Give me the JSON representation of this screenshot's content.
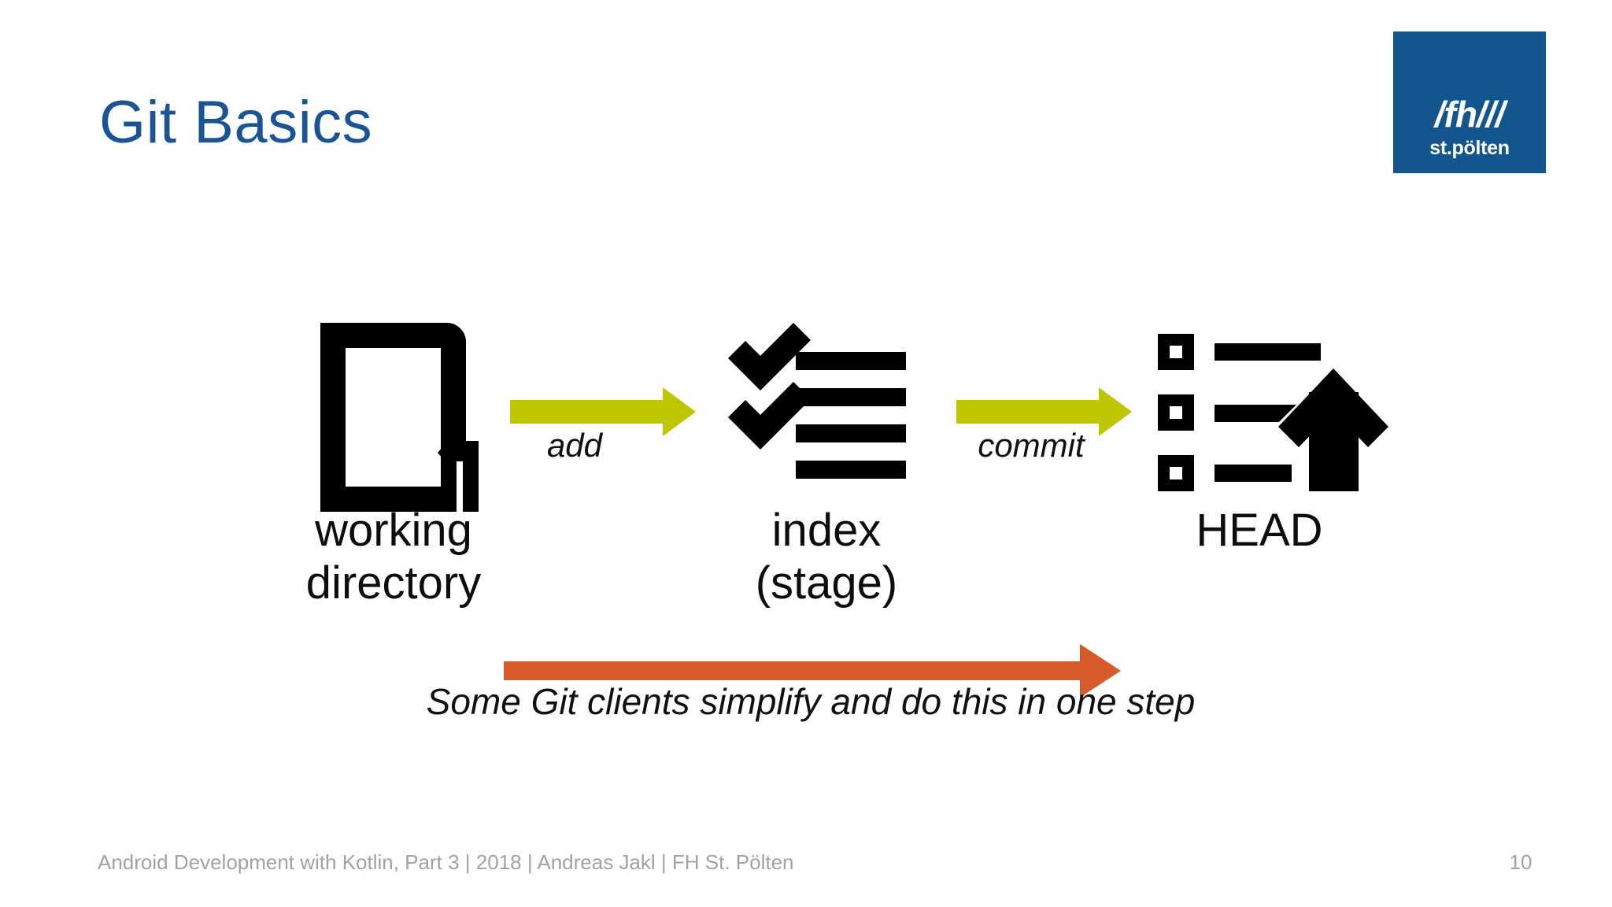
{
  "slide": {
    "title": "Git Basics",
    "title_color": "#1b5494",
    "background": "#ffffff"
  },
  "logo": {
    "name": "fh-st-poelten-logo",
    "wordmark": "/fh///",
    "subtitle": "st.pölten",
    "background_color": "#12558f",
    "text_color": "#ffffff"
  },
  "diagram": {
    "type": "flow",
    "stages": [
      {
        "id": "working-directory",
        "label": "working\ndirectory",
        "icon": "document-pen-icon"
      },
      {
        "id": "index-stage",
        "label": "index\n(stage)",
        "icon": "checklist-icon"
      },
      {
        "id": "head",
        "label": "HEAD",
        "icon": "commit-list-upload-icon"
      }
    ],
    "transitions": [
      {
        "id": "add",
        "label": "add",
        "color": "#bdc600",
        "from": "working-directory",
        "to": "index-stage"
      },
      {
        "id": "commit",
        "label": "commit",
        "color": "#bdc600",
        "from": "index-stage",
        "to": "head"
      }
    ],
    "note": {
      "id": "one-step-note",
      "label": "Some Git clients simplify and do this in one step",
      "color": "#d75a2b",
      "from": "working-directory",
      "to": "head"
    },
    "icon_color": "#000000"
  },
  "footer": {
    "text": "Android Development with Kotlin, Part 3 | 2018 | Andreas Jakl | FH St. Pölten",
    "page_number": "10",
    "color": "#a2a2a2"
  }
}
